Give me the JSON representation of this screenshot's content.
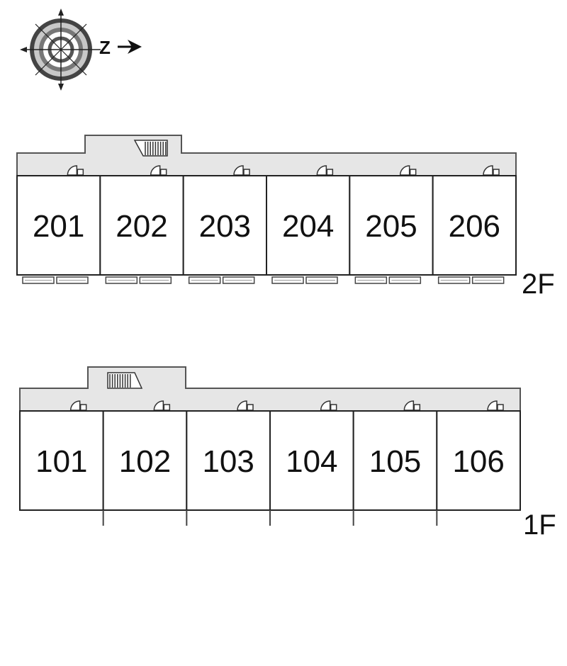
{
  "compass": {
    "north_label": "Z"
  },
  "floors": [
    {
      "label": "2F",
      "units": [
        "201",
        "202",
        "203",
        "204",
        "205",
        "206"
      ]
    },
    {
      "label": "1F",
      "units": [
        "101",
        "102",
        "103",
        "104",
        "105",
        "106"
      ]
    }
  ]
}
